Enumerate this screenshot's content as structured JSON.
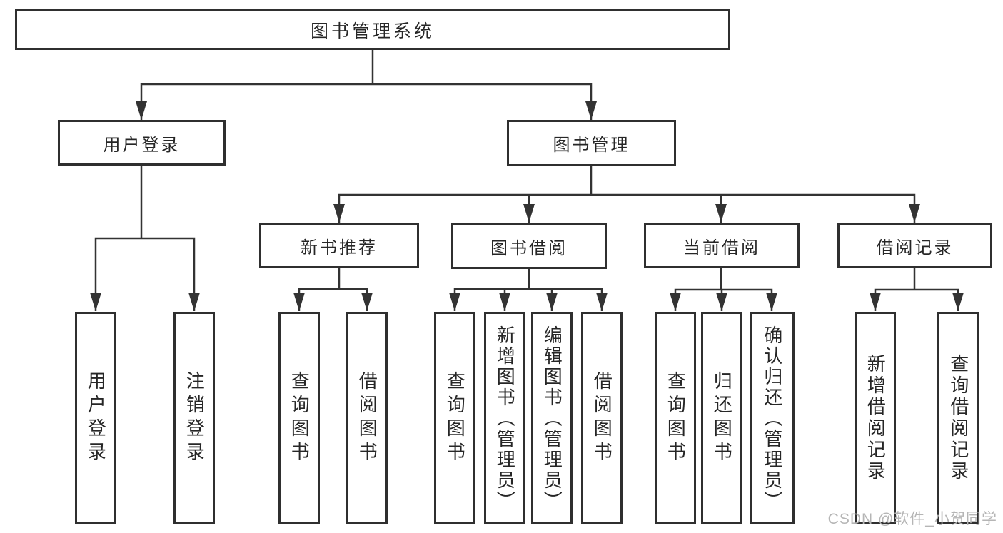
{
  "watermark": {
    "text": "CSDN @软件_小贺同学"
  },
  "colors": {
    "line": "#333333",
    "box_border": "#2f2f2f",
    "text": "#262626",
    "watermark": "#b5b5b5",
    "background": "#ffffff"
  },
  "tree": {
    "root": {
      "label": "图书管理系统",
      "children": [
        {
          "label": "用户登录",
          "children": [
            {
              "label": "用户登录"
            },
            {
              "label": "注销登录"
            }
          ]
        },
        {
          "label": "图书管理",
          "children": [
            {
              "label": "新书推荐",
              "children": [
                {
                  "label": "查询图书"
                },
                {
                  "label": "借阅图书"
                }
              ]
            },
            {
              "label": "图书借阅",
              "children": [
                {
                  "label": "查询图书"
                },
                {
                  "label": "新增图书（管理员）"
                },
                {
                  "label": "编辑图书（管理员）"
                },
                {
                  "label": "借阅图书"
                }
              ]
            },
            {
              "label": "当前借阅",
              "children": [
                {
                  "label": "查询图书"
                },
                {
                  "label": "归还图书"
                },
                {
                  "label": "确认归还（管理员）"
                }
              ]
            },
            {
              "label": "借阅记录",
              "children": [
                {
                  "label": "新增借阅记录"
                },
                {
                  "label": "查询借阅记录"
                }
              ]
            }
          ]
        }
      ]
    }
  }
}
